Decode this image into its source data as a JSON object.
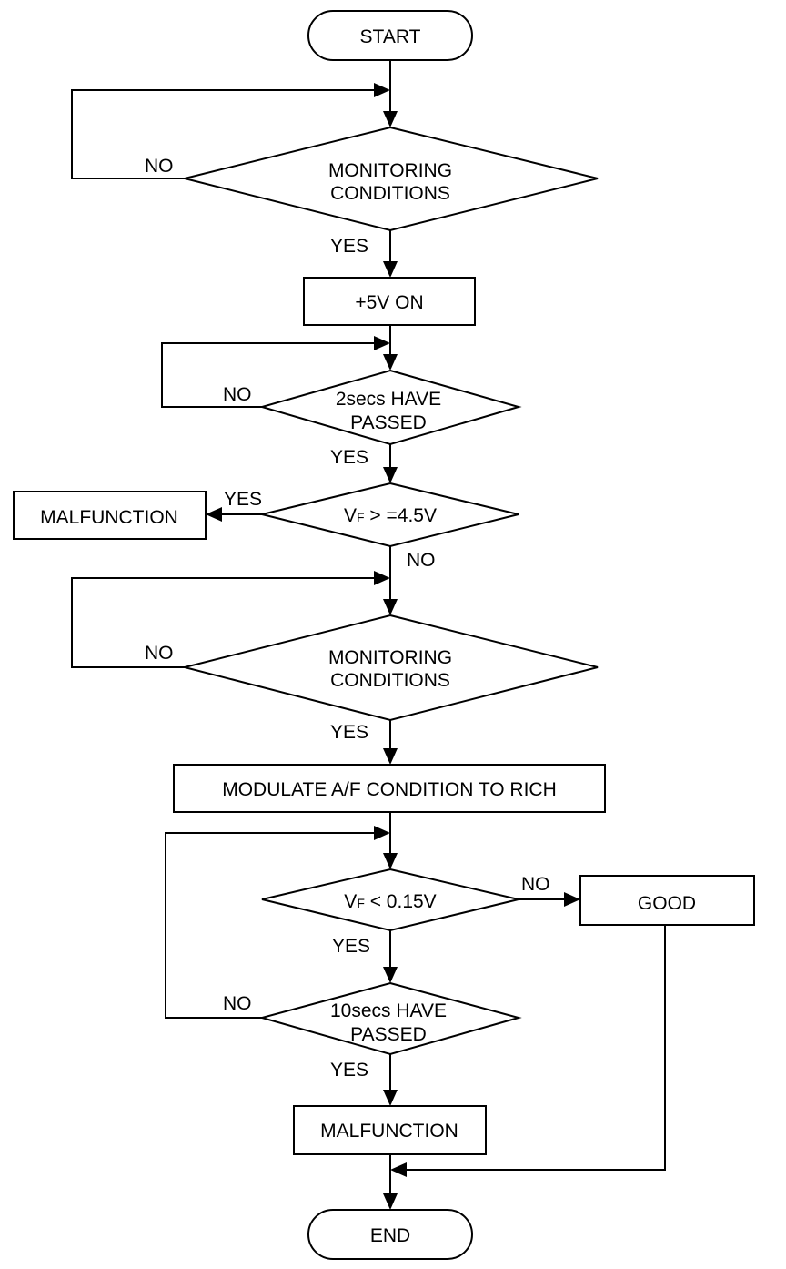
{
  "nodes": {
    "start": "START",
    "monitoring_1": [
      "MONITORING",
      "CONDITIONS"
    ],
    "plus5v": "+5V ON",
    "wait_2s": [
      "2secs HAVE",
      "PASSED"
    ],
    "vf_check_high": {
      "symbol": "V",
      "subscript": "F",
      "relation": " > =4.5V"
    },
    "malfunction_1": "MALFUNCTION",
    "monitoring_2": [
      "MONITORING",
      "CONDITIONS"
    ],
    "modulate": "MODULATE A/F CONDITION TO RICH",
    "vf_check_low": {
      "symbol": "V",
      "subscript": "F",
      "relation": " < 0.15V"
    },
    "good": "GOOD",
    "wait_10s": [
      "10secs HAVE",
      "PASSED"
    ],
    "malfunction_2": "MALFUNCTION",
    "end": "END"
  },
  "edge_labels": {
    "monitoring_1_no": "NO",
    "monitoring_1_yes": "YES",
    "wait_2s_no": "NO",
    "wait_2s_yes": "YES",
    "vf_high_yes": "YES",
    "vf_high_no": "NO",
    "monitoring_2_no": "NO",
    "monitoring_2_yes": "YES",
    "vf_low_no": "NO",
    "vf_low_yes": "YES",
    "wait_10s_no": "NO",
    "wait_10s_yes": "YES"
  }
}
